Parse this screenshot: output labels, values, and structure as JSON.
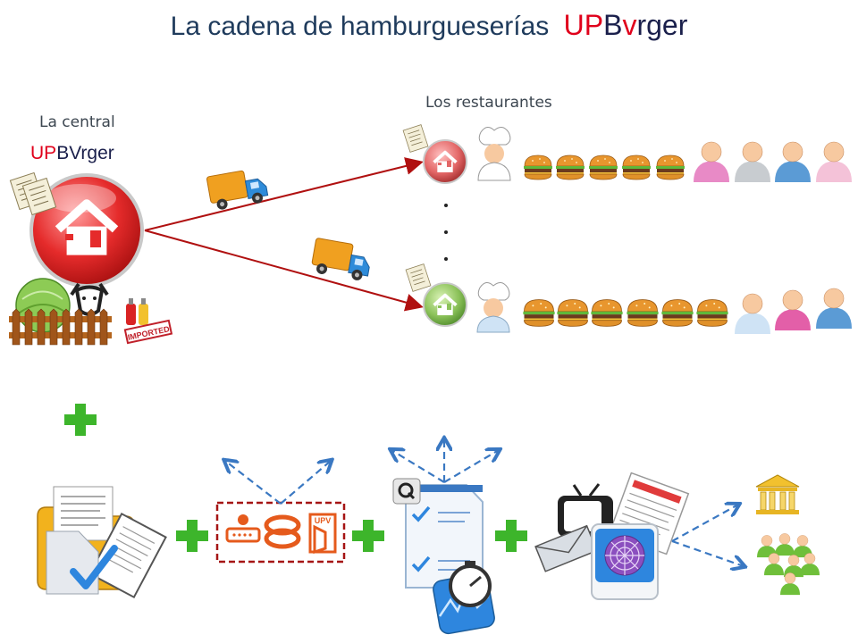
{
  "title": {
    "main": "La cadena de hamburgueserías",
    "brand": {
      "part1": "UP",
      "part2": "B",
      "part3": "v",
      "part4": "rger"
    }
  },
  "central": {
    "label": "La central",
    "brand": {
      "part1": "UP",
      "part2": "BV",
      "part3": "rger"
    }
  },
  "restaurants": {
    "label": "Los restaurantes"
  },
  "imported_sticker": "IMPORTED",
  "upv_logo_text": "UPV",
  "colors": {
    "red": "#E0001B",
    "navy": "#1A1F4B",
    "title": "#1F3B5C",
    "arrow_red": "#B01010",
    "dashed_blue": "#3A78C2",
    "plus_green": "#3DB52B",
    "truck": "#F0A020"
  }
}
